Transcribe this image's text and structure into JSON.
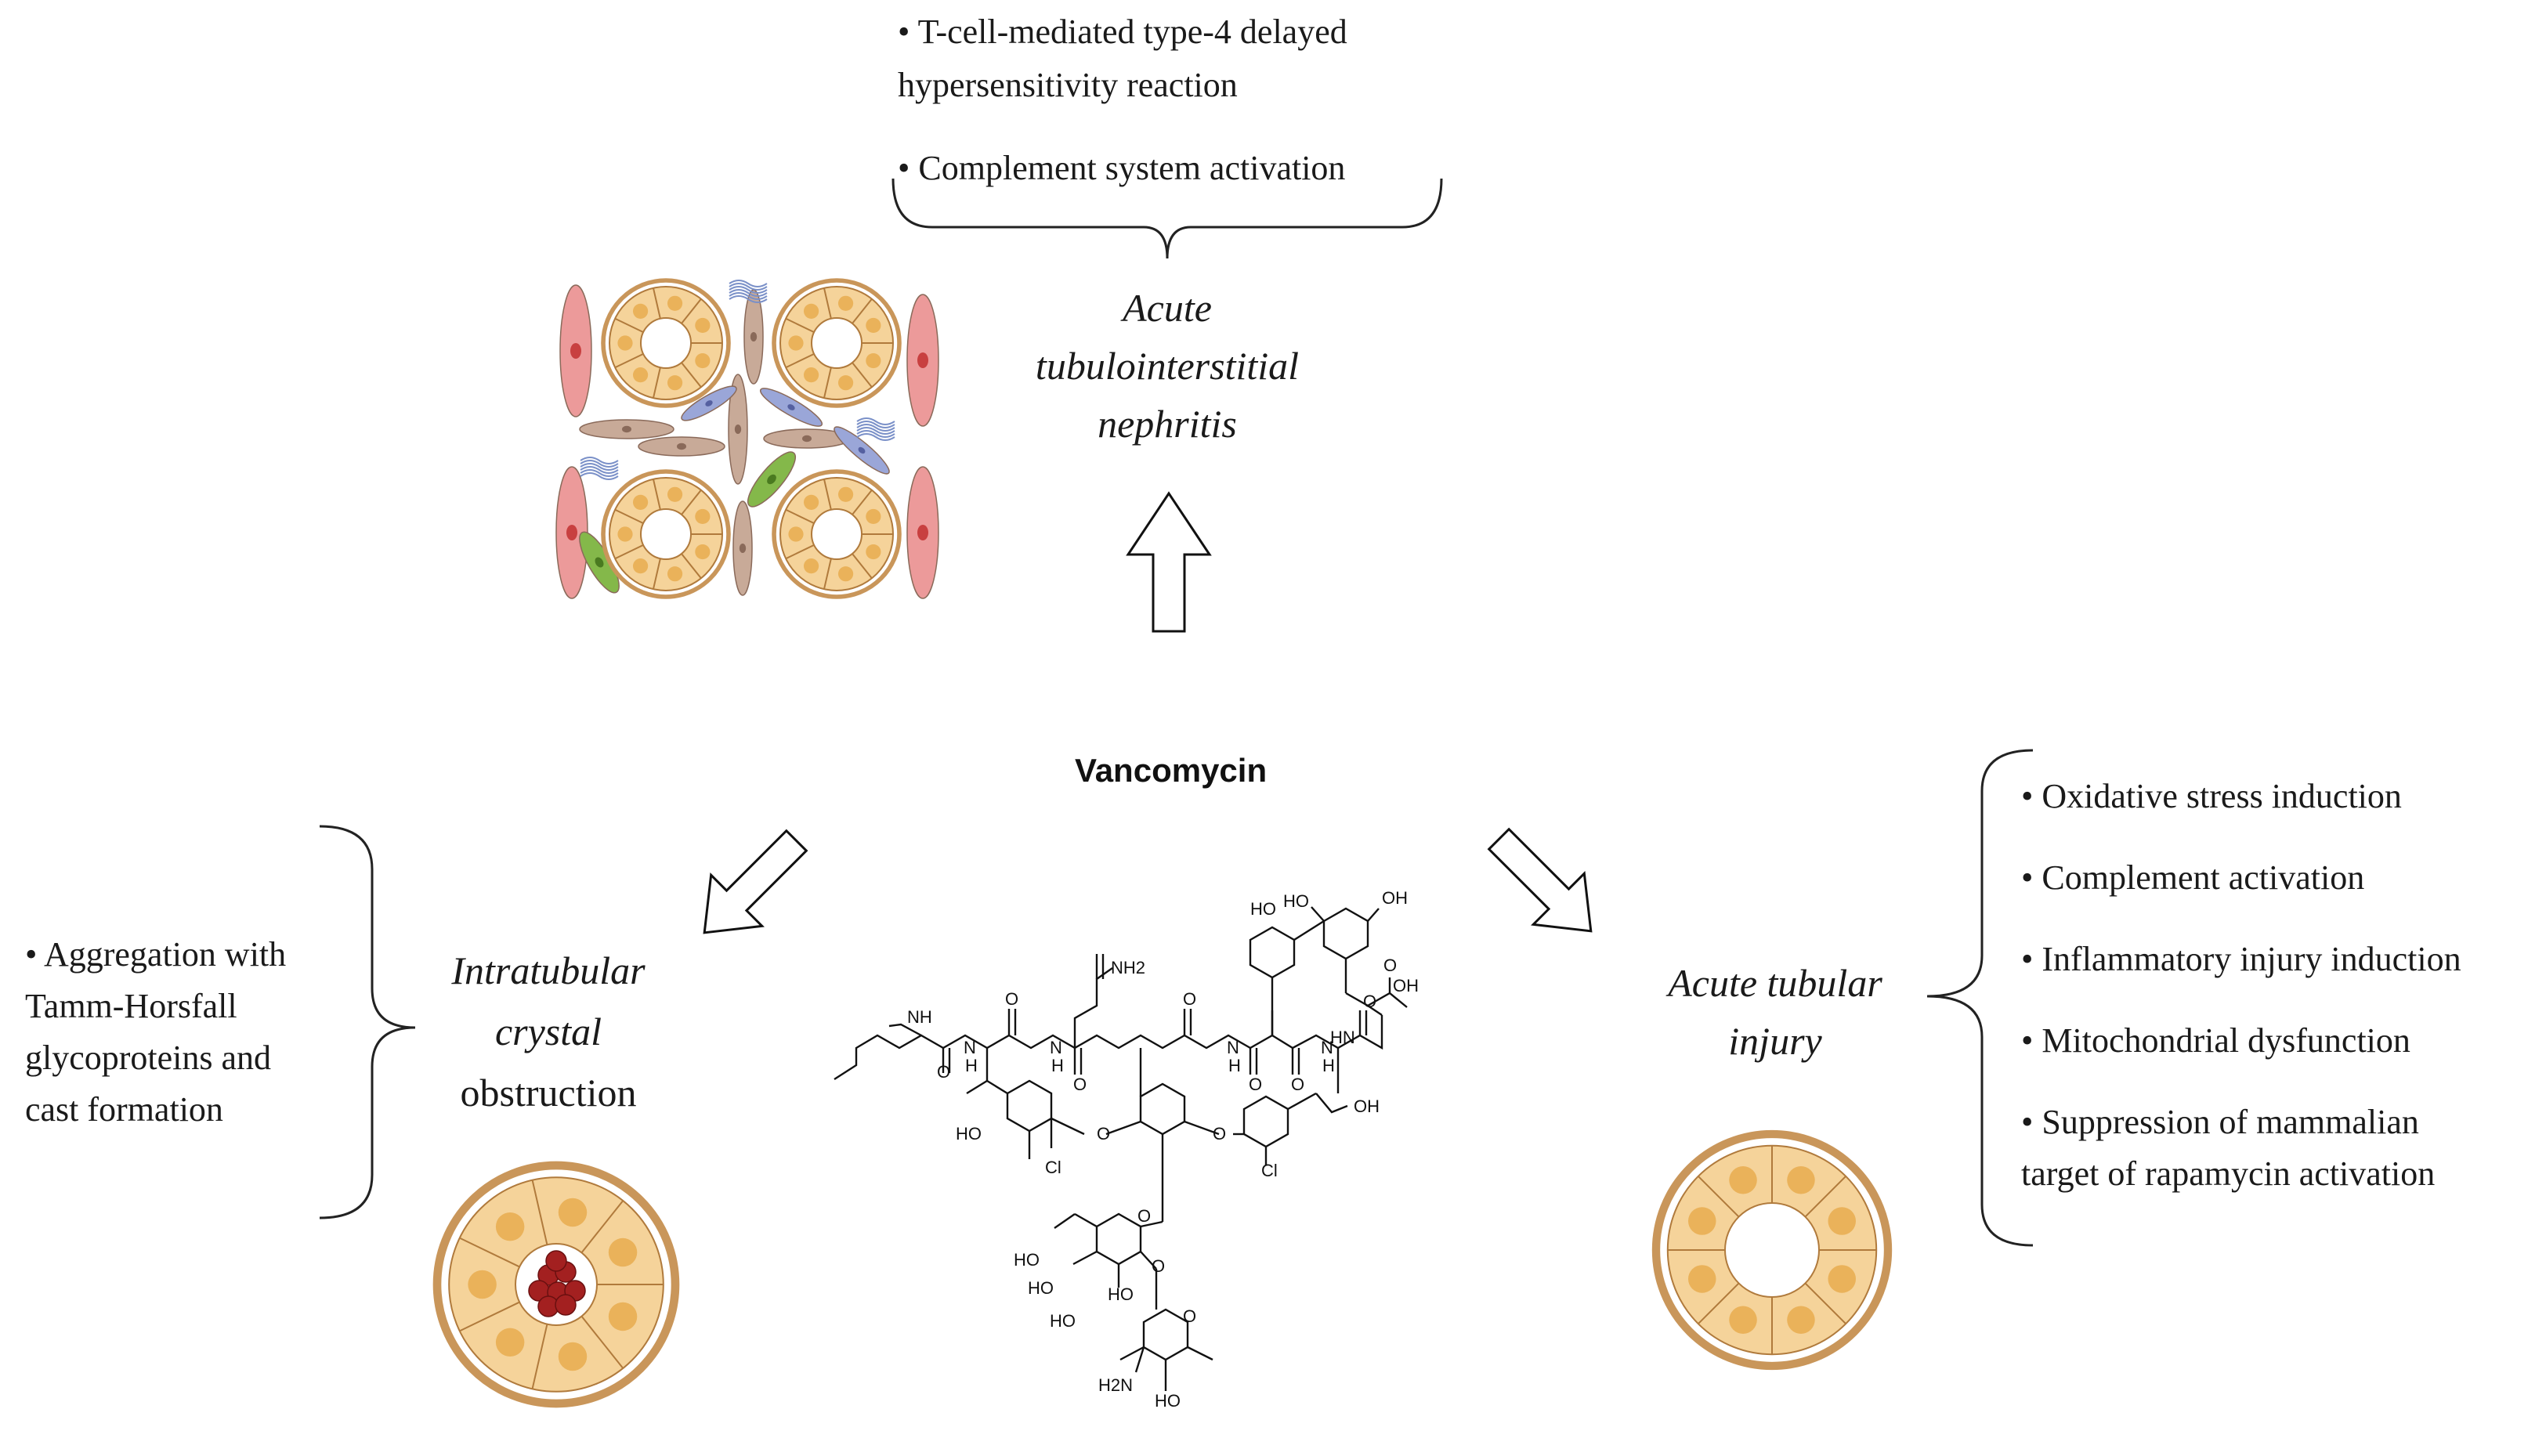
{
  "drug_name": "Vancomycin",
  "top": {
    "bullets": [
      "• T-cell-mediated type-4 delayed",
      "hypersensitivity reaction",
      "• Complement system activation"
    ],
    "label_lines": [
      "Acute",
      "tubulointerstitial",
      "nephritis"
    ]
  },
  "left": {
    "bullets": [
      "• Aggregation with",
      "Tamm-Horsfall",
      "glycoproteins and",
      "cast formation"
    ],
    "label_lines": [
      "Intratubular",
      "crystal",
      "obstruction"
    ]
  },
  "right": {
    "bullets": [
      "• Oxidative stress induction",
      "• Complement activation",
      "• Inflammatory injury induction",
      "• Mitochondrial dysfunction",
      "• Suppression of mammalian",
      "target of rapamycin activation"
    ],
    "label_lines": [
      "Acute tubular",
      "injury"
    ]
  },
  "structure_atoms": [
    "NH",
    "NH2",
    "N",
    "H",
    "HO",
    "OH",
    "O",
    "Cl",
    "HN",
    "H2N"
  ],
  "colors": {
    "tubule_ring": "#c9965a",
    "cell_fill": "#f5d39a",
    "nucleus": "#eab25a",
    "cell_border": "#b07a3c",
    "crystal": "#a32020",
    "pink_cell": "#ec9a9a",
    "brown_cell": "#c8aa98",
    "blue_cell": "#9aa6d8",
    "green_cell": "#84b84a",
    "arrow": "#111111"
  }
}
